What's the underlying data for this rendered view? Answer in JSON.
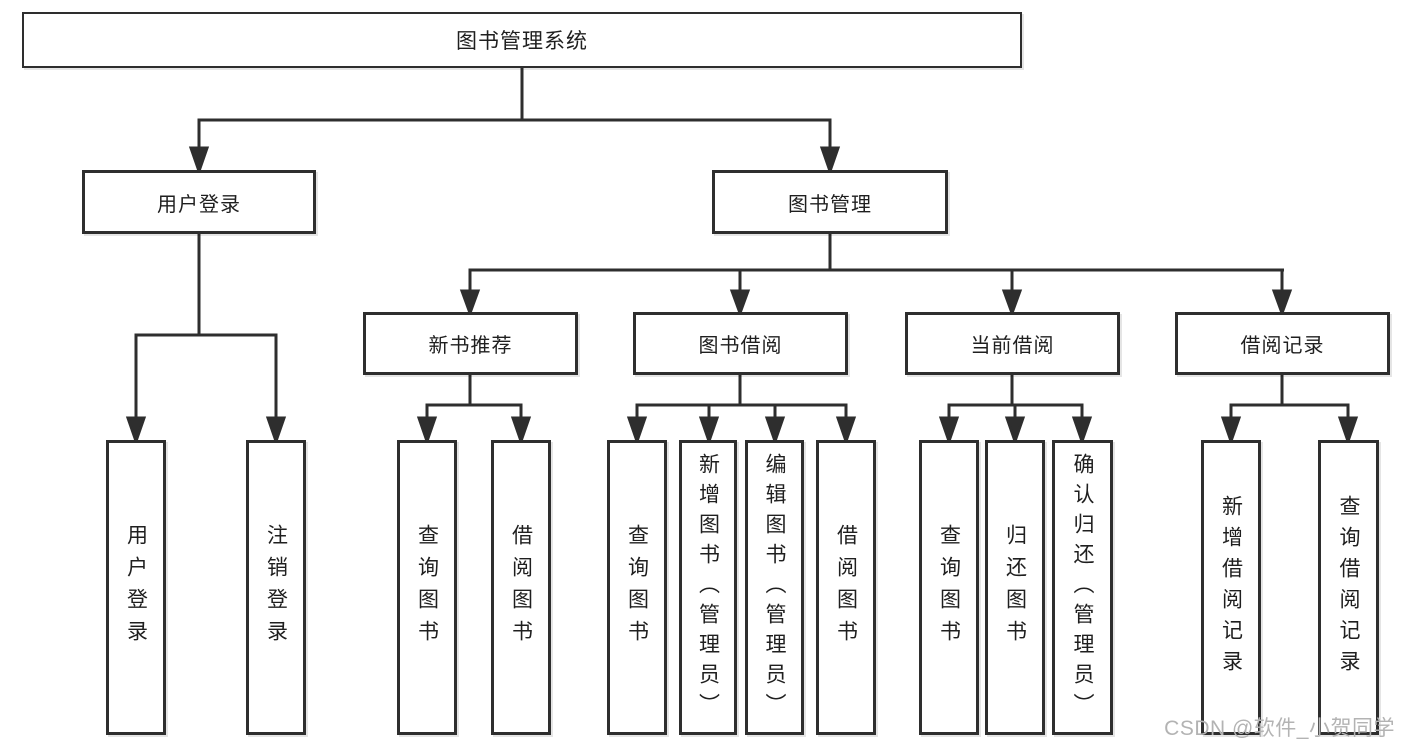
{
  "colors": {
    "line": "#2e2e2e",
    "box_border": "#2e2e2e",
    "box_fill": "#ffffff",
    "text": "#1f1f1f",
    "watermark_text_color": "#b3b3b3",
    "background": "#ffffff"
  },
  "watermark": {
    "text": "CSDN @软件_小贺同学"
  },
  "tree": {
    "root": {
      "label": "图书管理系统"
    },
    "level2": [
      {
        "id": "user-login",
        "label": "用户登录",
        "parent": "图书管理系统"
      },
      {
        "id": "book-management",
        "label": "图书管理",
        "parent": "图书管理系统"
      }
    ],
    "level3": [
      {
        "id": "new-book-recommendation",
        "label": "新书推荐",
        "parent": "图书管理"
      },
      {
        "id": "book-borrowing",
        "label": "图书借阅",
        "parent": "图书管理"
      },
      {
        "id": "current-borrowing",
        "label": "当前借阅",
        "parent": "图书管理"
      },
      {
        "id": "borrowing-records",
        "label": "借阅记录",
        "parent": "图书管理"
      }
    ],
    "leaves": [
      {
        "id": "leaf-user-login",
        "label": "用户登录",
        "parent": "用户登录"
      },
      {
        "id": "leaf-logout",
        "label": "注销登录",
        "parent": "用户登录"
      },
      {
        "id": "leaf-query-books-recommend",
        "label": "查询图书",
        "parent": "新书推荐"
      },
      {
        "id": "leaf-borrow-books-recommend",
        "label": "借阅图书",
        "parent": "新书推荐"
      },
      {
        "id": "leaf-query-books-borrow",
        "label": "查询图书",
        "parent": "图书借阅"
      },
      {
        "id": "leaf-add-books-admin",
        "label": "新增图书（管理员）",
        "parent": "图书借阅"
      },
      {
        "id": "leaf-edit-books-admin",
        "label": "编辑图书（管理员）",
        "parent": "图书借阅"
      },
      {
        "id": "leaf-borrow-books",
        "label": "借阅图书",
        "parent": "图书借阅"
      },
      {
        "id": "leaf-query-books-current",
        "label": "查询图书",
        "parent": "当前借阅"
      },
      {
        "id": "leaf-return-books",
        "label": "归还图书",
        "parent": "当前借阅"
      },
      {
        "id": "leaf-confirm-return-admin",
        "label": "确认归还（管理员）",
        "parent": "当前借阅"
      },
      {
        "id": "leaf-add-borrow-record",
        "label": "新增借阅记录",
        "parent": "借阅记录"
      },
      {
        "id": "leaf-query-borrow-record",
        "label": "查询借阅记录",
        "parent": "借阅记录"
      }
    ]
  }
}
